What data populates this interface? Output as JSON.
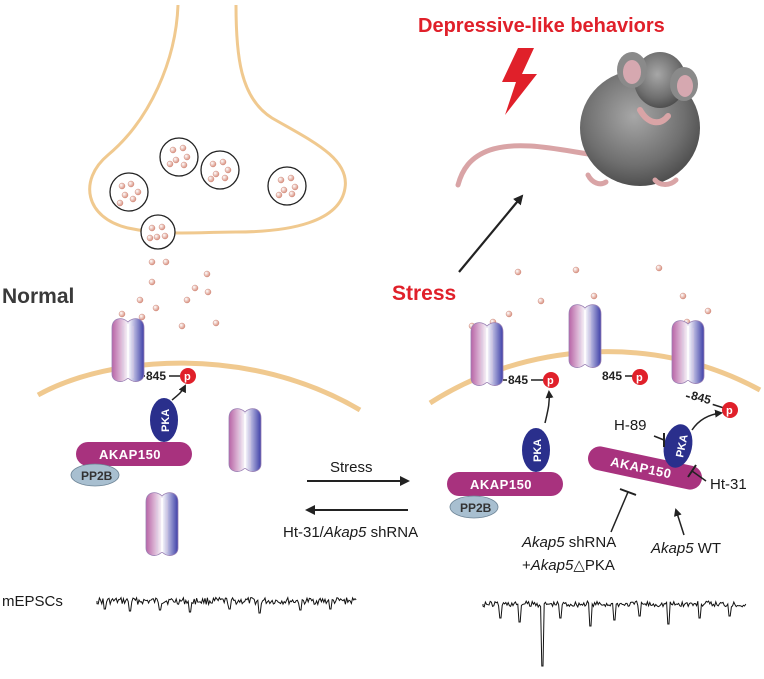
{
  "title": "Depressive-like behaviors",
  "normal_label": "Normal",
  "stress_label": "Stress",
  "arrow_forward_label": "Stress",
  "arrow_back_label_prefix": "Ht-31/",
  "arrow_back_label_gene": "Akap5",
  "arrow_back_label_suffix": " shRNA",
  "akap_label": "AKAP150",
  "pka_label": "PKA",
  "pp2b_label": "PP2B",
  "phospho_label": "p",
  "site_label": "845",
  "h89_label": "H-89",
  "ht31_label": "Ht-31",
  "shrna_gene": "Akap5",
  "shrna_suffix": " shRNA",
  "rescue_prefix": "+",
  "rescue_gene": "Akap5",
  "rescue_suffix": "△PKA",
  "wt_gene": "Akap5",
  "wt_suffix": " WT",
  "mepsc_label": "mEPSCs",
  "colors": {
    "membrane": "#f0c98f",
    "akap": "#a8327e",
    "pka": "#2a2f8c",
    "pp2b": "#a8bfd0",
    "phospho": "#e0202a",
    "accent_red": "#e0202a"
  },
  "icons": [
    "lightning-bolt-icon",
    "mouse-picture"
  ]
}
